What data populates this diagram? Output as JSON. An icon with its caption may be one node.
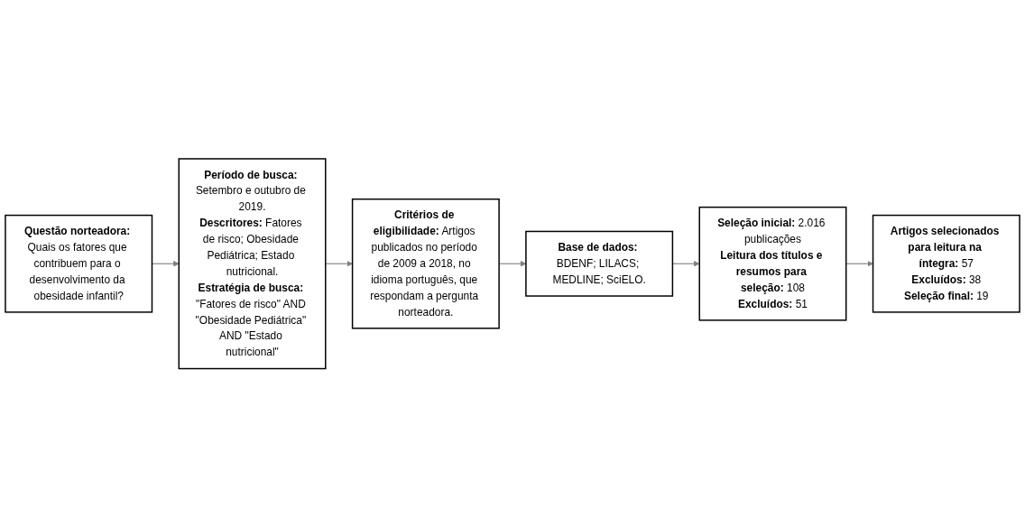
{
  "diagram": {
    "nodes": [
      {
        "text": [
          "**Questão norteadora:** Quais os fatores que contribuem para o desenvolvimento da obesidade infantil?"
        ]
      },
      {
        "text": [
          "**Período de busca:** Setembro e outubro de 2019.",
          "**Descritores:** Fatores de risco; Obesidade Pediátrica; Estado nutricional.",
          "**Estratégia de busca:** \"Fatores de risco\" AND \"Obesidade Pediátrica\" AND \"Estado nutricional\""
        ]
      },
      {
        "text": [
          "**Critérios de eligibilidade:** Artigos publicados no período de 2009 a 2018, no idioma português, que respondam a pergunta norteadora."
        ]
      },
      {
        "text": [
          "**Base de dados:** BDENF; LILACS; MEDLINE; SciELO."
        ]
      },
      {
        "text": [
          "**Seleção inicial:** 2.016 publicações",
          "**Leitura dos títulos e resumos para seleção:** 108",
          "**Excluídos:** 51"
        ]
      },
      {
        "text": [
          "**Artigos selecionados para leitura na íntegra:** 57",
          "**Excluídos:** 38",
          "**Seleção final:** 19"
        ]
      }
    ],
    "edges": [
      {
        "from": 0,
        "to": 1,
        "arrow": "to"
      },
      {
        "from": 1,
        "to": 2,
        "arrow": "to"
      },
      {
        "from": 2,
        "to": 3,
        "arrow": "to"
      },
      {
        "from": 3,
        "to": 4,
        "arrow": "to"
      },
      {
        "from": 4,
        "to": 5,
        "arrow": "to"
      }
    ]
  }
}
